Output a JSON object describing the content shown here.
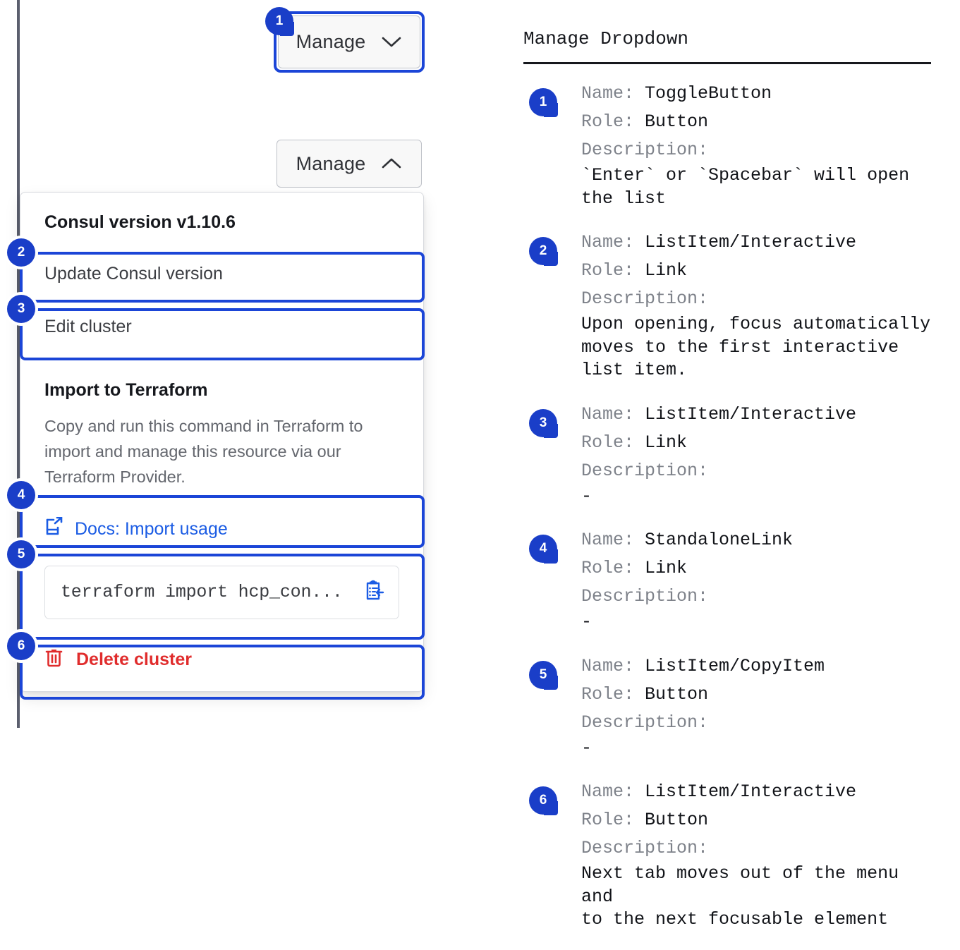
{
  "left_panel": {
    "collapsed_button": {
      "label": "Manage",
      "icon": "chevron-down-icon"
    },
    "expanded_button": {
      "label": "Manage",
      "icon": "chevron-up-icon"
    },
    "dropdown": {
      "header": "Consul version v1.10.6",
      "items": [
        {
          "label": "Update Consul version"
        },
        {
          "label": "Edit cluster"
        }
      ],
      "terraform_section": {
        "title": "Import to Terraform",
        "body": "Copy and run this command in Terraform to import and manage this resource via our Terraform Provider.",
        "docs_link": {
          "label": "Docs: Import usage",
          "icon": "docs-external-link-icon"
        },
        "command": "terraform import hcp_con...",
        "copy_icon": "clipboard-copy-icon"
      },
      "delete": {
        "label": "Delete cluster",
        "icon": "trash-icon"
      }
    },
    "badges": [
      "1",
      "2",
      "3",
      "4",
      "5",
      "6"
    ]
  },
  "spec_panel": {
    "title": "Manage Dropdown",
    "labels": {
      "name": "Name:",
      "role": "Role:",
      "description": "Description:"
    },
    "items": [
      {
        "badge": "1",
        "name": "ToggleButton",
        "role": "Button",
        "description": "`Enter` or `Spacebar` will open\nthe list"
      },
      {
        "badge": "2",
        "name": "ListItem/Interactive",
        "role": "Link",
        "description": "Upon opening, focus automatically\nmoves to the first interactive\nlist item."
      },
      {
        "badge": "3",
        "name": "ListItem/Interactive",
        "role": "Link",
        "description": "-"
      },
      {
        "badge": "4",
        "name": "StandaloneLink",
        "role": "Link",
        "description": "-"
      },
      {
        "badge": "5",
        "name": "ListItem/CopyItem",
        "role": "Button",
        "description": "-"
      },
      {
        "badge": "6",
        "name": "ListItem/Interactive",
        "role": "Button",
        "description": "Next tab moves out of the menu and\nto the next focusable element"
      }
    ]
  },
  "colors": {
    "accent_blue": "#1a3ec8",
    "focus_blue": "#1b45d7",
    "link_blue": "#1b5ce4",
    "danger_red": "#e02c2c",
    "rail_gray": "#5b5f6e"
  }
}
